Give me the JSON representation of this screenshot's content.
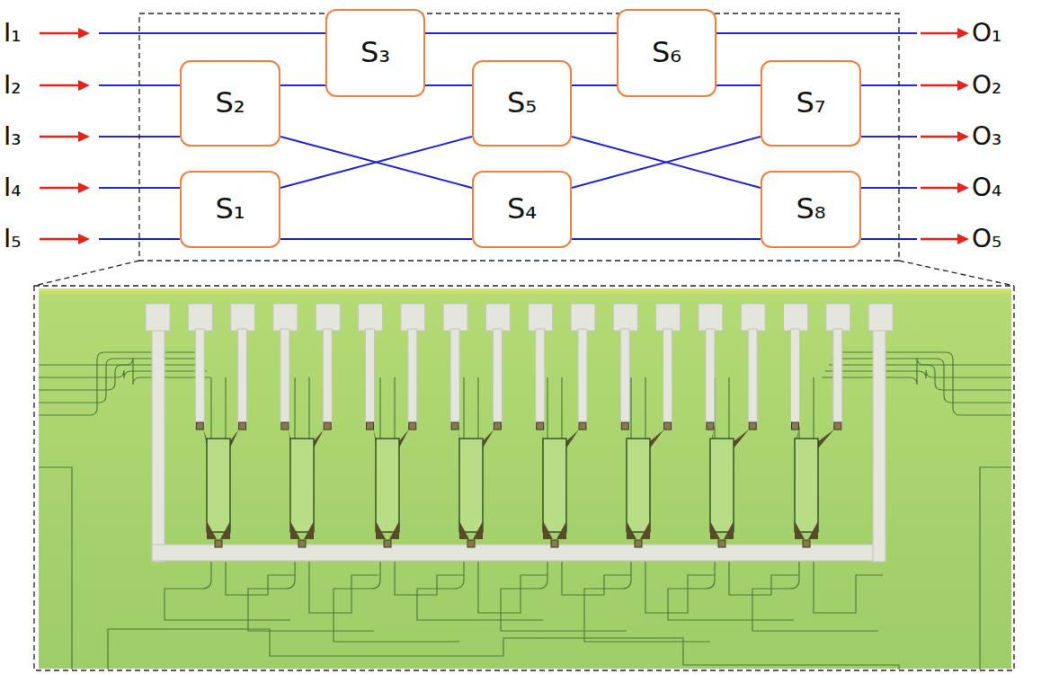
{
  "diagram": {
    "nodes": [
      {
        "text": [
          "S₁"
        ]
      },
      {
        "text": [
          "S₂"
        ]
      },
      {
        "text": [
          "S₃"
        ]
      },
      {
        "text": [
          "S₄"
        ]
      },
      {
        "text": [
          "S₅"
        ]
      },
      {
        "text": [
          "S₆"
        ]
      },
      {
        "text": [
          "S₇"
        ]
      },
      {
        "text": [
          "S₈"
        ]
      }
    ],
    "edges": [
      {
        "from": 1,
        "to": 2,
        "arrow": "none"
      },
      {
        "from": 1,
        "to": 3,
        "arrow": "none"
      },
      {
        "from": 0,
        "to": 4,
        "arrow": "none"
      },
      {
        "from": 0,
        "to": 3,
        "arrow": "none"
      },
      {
        "from": 2,
        "to": 5,
        "arrow": "none"
      },
      {
        "from": 2,
        "to": 4,
        "arrow": "none"
      },
      {
        "from": 4,
        "to": 5,
        "arrow": "none"
      },
      {
        "from": 4,
        "to": 7,
        "arrow": "none"
      },
      {
        "from": 3,
        "to": 6,
        "arrow": "none"
      },
      {
        "from": 3,
        "to": 7,
        "arrow": "none"
      },
      {
        "from": 5,
        "to": 6,
        "arrow": "none"
      }
    ],
    "labels": [
      "I₁",
      "I₂",
      "I₃",
      "I₄",
      "I₅",
      "O₁",
      "O₂",
      "O₃",
      "O₄",
      "O₅"
    ]
  }
}
